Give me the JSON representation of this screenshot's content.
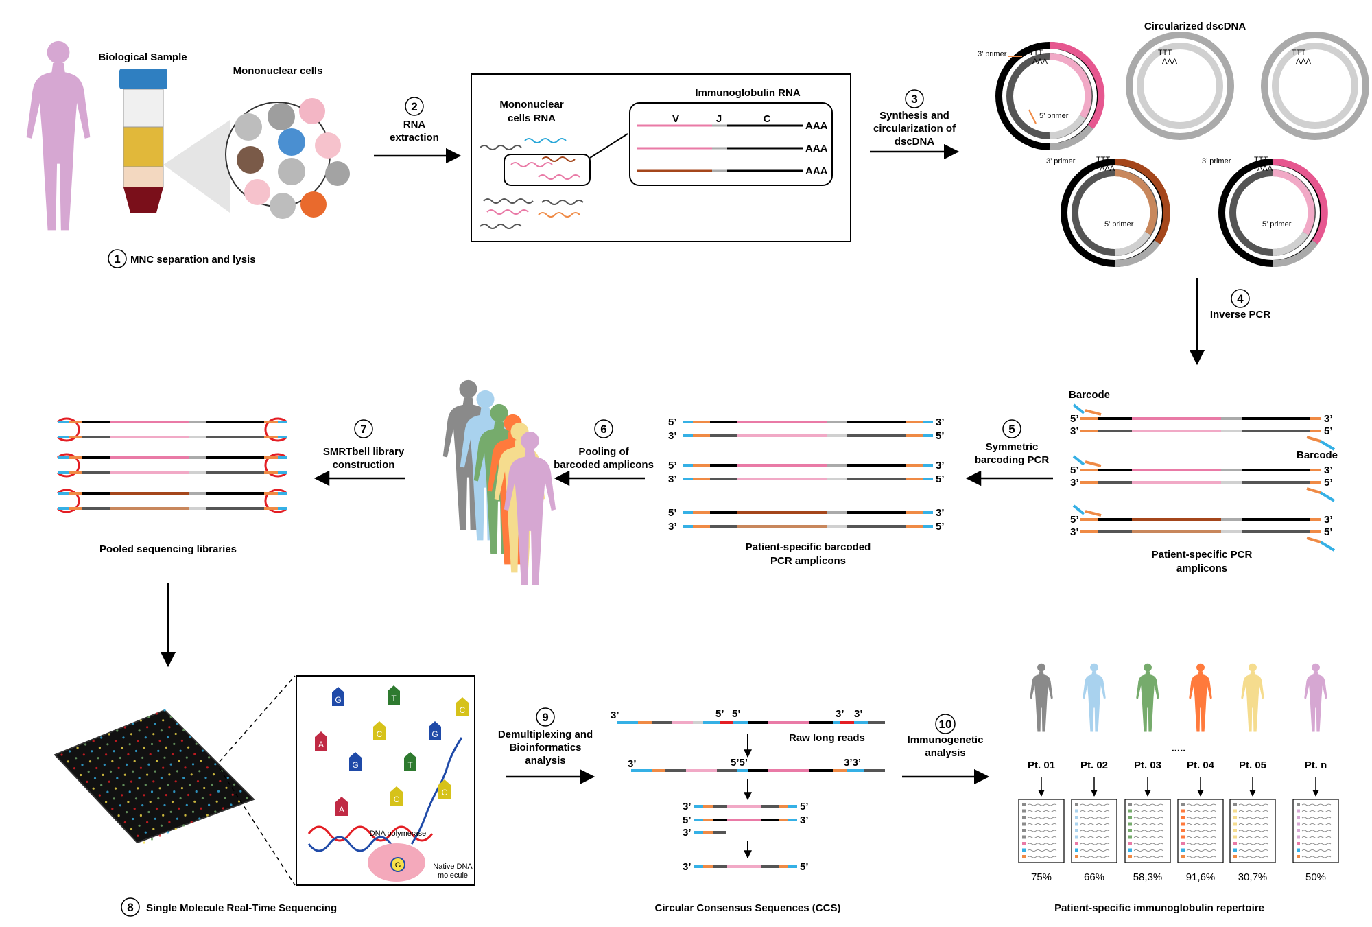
{
  "sample": {
    "title": "Biological Sample",
    "cells_title": "Mononuclear cells"
  },
  "steps": {
    "s1": {
      "num": "1",
      "label": "MNC separation and lysis"
    },
    "s2": {
      "num": "2",
      "line1": "RNA",
      "line2": "extraction"
    },
    "s3": {
      "num": "3",
      "line1": "Synthesis and",
      "line2": "circularization of",
      "line3": "dscDNA"
    },
    "s4": {
      "num": "4",
      "label": "Inverse PCR"
    },
    "s5": {
      "num": "5",
      "line1": "Symmetric",
      "line2": "barcoding PCR"
    },
    "s6": {
      "num": "6",
      "line1": "Pooling of",
      "line2": "barcoded amplicons"
    },
    "s7": {
      "num": "7",
      "line1": "SMRTbell library",
      "line2": "construction"
    },
    "s8": {
      "num": "8",
      "label": "Single Molecule Real-Time Sequencing"
    },
    "s9": {
      "num": "9",
      "line1": "Demultiplexing and",
      "line2": "Bioinformatics",
      "line3": "analysis"
    },
    "s10": {
      "num": "10",
      "line1": "Immunogenetic",
      "line2": "analysis"
    }
  },
  "rna_box": {
    "cells_rna_1": "Mononuclear",
    "cells_rna_2": "cells RNA",
    "ig_title": "Immunoglobulin RNA",
    "v": "V",
    "j": "J",
    "c": "C",
    "polya": "AAA"
  },
  "circles": {
    "title": "Circularized dscDNA",
    "p3": "3’ primer",
    "p5": "5’ primer",
    "ttt": "TTT",
    "aaa": "AAA"
  },
  "pcr": {
    "barcode": "Barcode",
    "p3": "3’",
    "p5": "5’",
    "caption1": "Patient-specific PCR",
    "caption2": "amplicons"
  },
  "barcoded": {
    "caption1": "Patient-specific barcoded",
    "caption2": "PCR amplicons"
  },
  "pooled": {
    "caption": "Pooled sequencing libraries"
  },
  "smrt": {
    "bases": [
      "G",
      "T",
      "C",
      "A",
      "C",
      "G",
      "G",
      "T",
      "C",
      "A",
      "C"
    ],
    "polymerase": "DNA polymerase",
    "native1": "Native DNA",
    "native2": "molecule",
    "g": "G"
  },
  "ccs": {
    "raw": "Raw long reads",
    "caption": "Circular Consensus Sequences (CCS)",
    "p3": "3’",
    "p5": "5’",
    "p55": "5’5’",
    "p33": "3’3’"
  },
  "patients": {
    "ids": [
      "Pt. 01",
      "Pt. 02",
      "Pt. 03",
      "Pt. 04",
      "Pt. 05",
      "Pt. n"
    ],
    "percent": [
      "75%",
      "66%",
      "58,3%",
      "91,6%",
      "30,7%",
      "50%"
    ],
    "dots": ".....",
    "caption": "Patient-specific immunoglobulin repertoire"
  },
  "colors": {
    "pink": "#e97aa6",
    "lightpink": "#f1a9c6",
    "brown": "#a4461b",
    "tan": "#c8875c",
    "black": "#000000",
    "dark": "#555555",
    "grey": "#aaaaaa",
    "lightgrey": "#d0d0d0",
    "blue": "#35b0e5",
    "orange": "#ef8a45",
    "red": "#e31e24",
    "lilac": "#d6a7d2",
    "pt1": "#8a8a8a",
    "pt2": "#a9d2ee",
    "pt3": "#76ab6c",
    "pt4": "#ff7a3c",
    "pt5": "#f5dc8e",
    "ptn": "#d6a7d2"
  }
}
